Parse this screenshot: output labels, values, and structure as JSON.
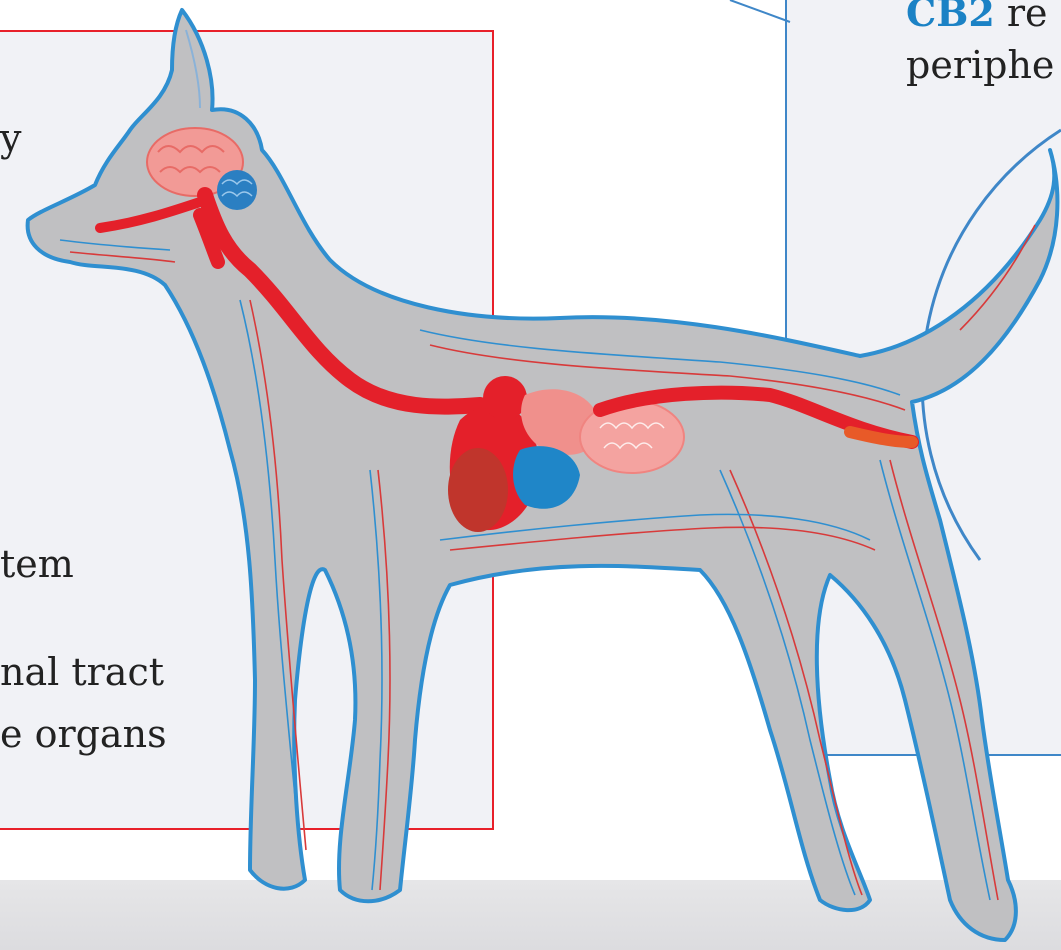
{
  "left_panel": {
    "line_top": "y",
    "line_1": "tem",
    "line_2": "nal tract",
    "line_3": "e organs"
  },
  "right_panel": {
    "cb2_label": "CB2",
    "cb2_rest": " re",
    "line_2": "periphe"
  },
  "colors": {
    "cb1_red": "#e8202a",
    "cb2_blue": "#3f87c8",
    "dog_body": "#c0c0c2",
    "dog_outline": "#2f8fd0"
  }
}
